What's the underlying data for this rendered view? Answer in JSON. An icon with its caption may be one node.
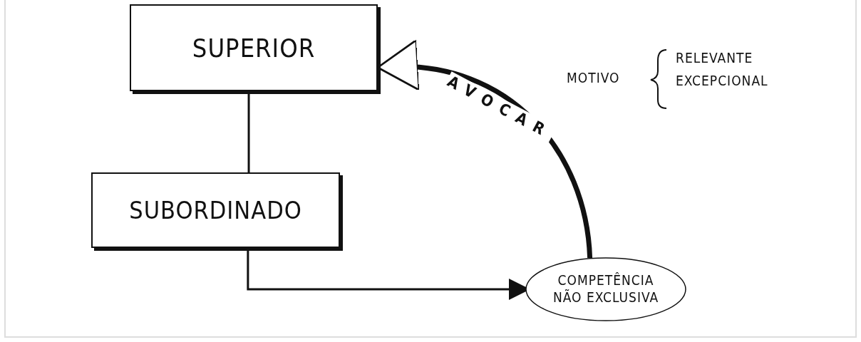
{
  "diagram": {
    "nodes": [
      {
        "text": [
          "SUPERIOR"
        ]
      },
      {
        "text": [
          "SUBORDINADO"
        ]
      },
      {
        "text": [
          "COMPETÊNCIA NÃO EXCLUSIVA"
        ]
      }
    ],
    "edges": [
      {
        "from": 0,
        "to": 1,
        "arrow": "none"
      },
      {
        "from": 1,
        "to": 2,
        "arrow": "to"
      },
      {
        "from": 2,
        "to": 0,
        "arrow": "to",
        "label": "AVOCAR",
        "style": "thick"
      }
    ],
    "labels": [
      "MOTIVO",
      "RELEVANTE",
      "EXCEPCIONAL"
    ]
  }
}
